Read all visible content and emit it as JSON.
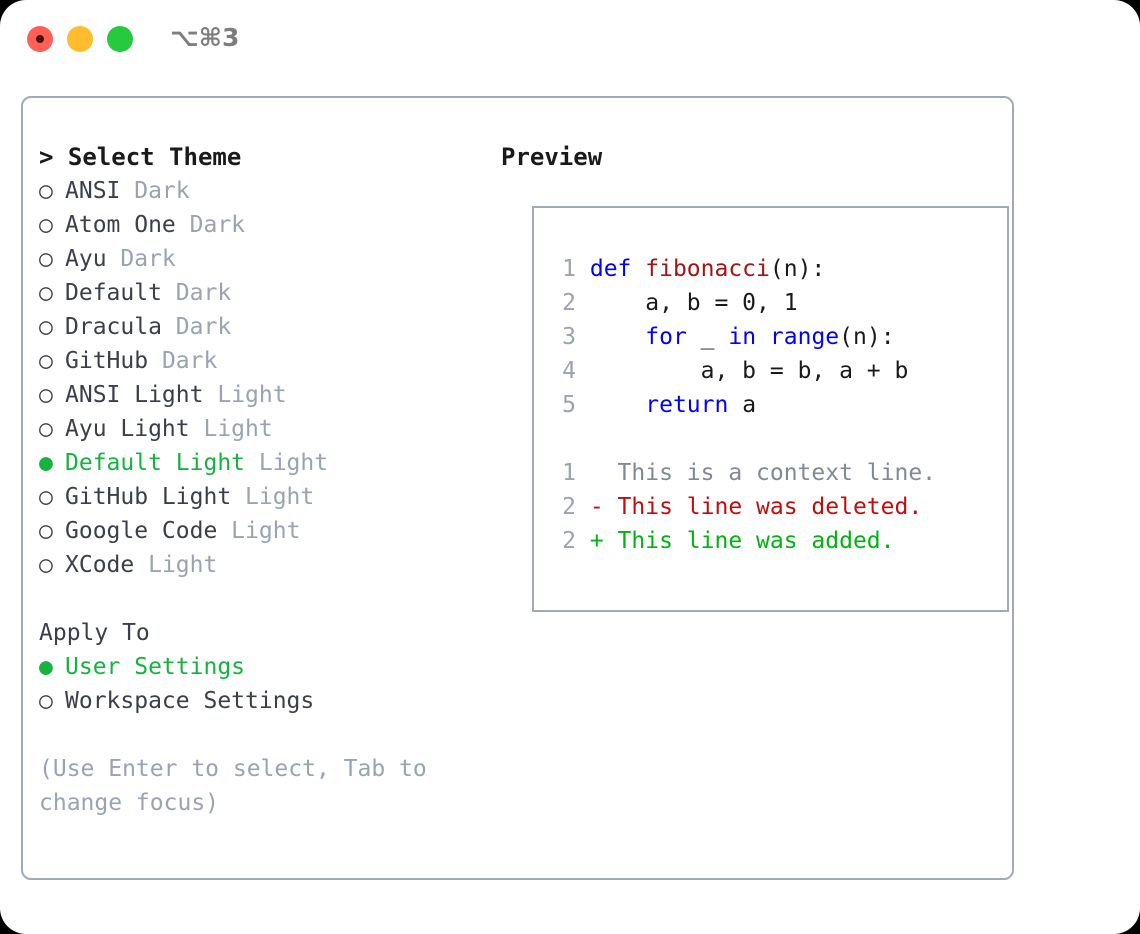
{
  "titlebar": {
    "shortcut": "⌥⌘3",
    "buttons": [
      {
        "name": "close",
        "color": "#ff5f56"
      },
      {
        "name": "minimize",
        "color": "#ffbd2e"
      },
      {
        "name": "zoom",
        "color": "#27c93f"
      }
    ]
  },
  "left": {
    "heading": "> Select Theme",
    "themes": [
      {
        "marker": "○",
        "name": "ANSI",
        "kind": "Dark",
        "selected": false
      },
      {
        "marker": "○",
        "name": "Atom One",
        "kind": "Dark",
        "selected": false
      },
      {
        "marker": "○",
        "name": "Ayu",
        "kind": "Dark",
        "selected": false
      },
      {
        "marker": "○",
        "name": "Default",
        "kind": "Dark",
        "selected": false
      },
      {
        "marker": "○",
        "name": "Dracula",
        "kind": "Dark",
        "selected": false
      },
      {
        "marker": "○",
        "name": "GitHub",
        "kind": "Dark",
        "selected": false
      },
      {
        "marker": "○",
        "name": "ANSI Light",
        "kind": "Light",
        "selected": false
      },
      {
        "marker": "○",
        "name": "Ayu Light",
        "kind": "Light",
        "selected": false
      },
      {
        "marker": "●",
        "name": "Default Light",
        "kind": "Light",
        "selected": true
      },
      {
        "marker": "○",
        "name": "GitHub Light",
        "kind": "Light",
        "selected": false
      },
      {
        "marker": "○",
        "name": "Google Code",
        "kind": "Light",
        "selected": false
      },
      {
        "marker": "○",
        "name": "XCode",
        "kind": "Light",
        "selected": false
      }
    ],
    "apply": {
      "title": "Apply To",
      "options": [
        {
          "marker": "●",
          "label": "User Settings",
          "selected": true
        },
        {
          "marker": "○",
          "label": "Workspace Settings",
          "selected": false
        }
      ]
    },
    "hint": "(Use Enter to select, Tab to change focus)"
  },
  "right": {
    "heading": "Preview",
    "code_lines": [
      {
        "num": "1",
        "segments": [
          {
            "text": "def ",
            "style": "kw"
          },
          {
            "text": "fibonacci",
            "style": "fn"
          },
          {
            "text": "(n):",
            "style": "txt"
          }
        ]
      },
      {
        "num": "2",
        "segments": [
          {
            "text": "    a, b = 0, 1",
            "style": "txt"
          }
        ]
      },
      {
        "num": "3",
        "segments": [
          {
            "text": "    ",
            "style": "txt"
          },
          {
            "text": "for",
            "style": "kw"
          },
          {
            "text": " _ ",
            "style": "txt"
          },
          {
            "text": "in",
            "style": "kw"
          },
          {
            "text": " ",
            "style": "txt"
          },
          {
            "text": "range",
            "style": "kw"
          },
          {
            "text": "(n):",
            "style": "txt"
          }
        ]
      },
      {
        "num": "4",
        "segments": [
          {
            "text": "        a, b = b, a + b",
            "style": "txt"
          }
        ]
      },
      {
        "num": "5",
        "segments": [
          {
            "text": "    ",
            "style": "txt"
          },
          {
            "text": "return",
            "style": "kw"
          },
          {
            "text": " a",
            "style": "txt"
          }
        ]
      }
    ],
    "diff_lines": [
      {
        "num": "1",
        "text": "  This is a context line.",
        "kind": "ctx"
      },
      {
        "num": "2",
        "text": "- This line was deleted.",
        "kind": "del"
      },
      {
        "num": "2",
        "text": "+ This line was added.",
        "kind": "add"
      }
    ]
  },
  "colors": {
    "accent_green": "#15b33f",
    "muted": "#9aa3b2",
    "border": "#a0aab8",
    "keyword": "#0000ff",
    "function": "#a31515",
    "diff_add": "#00b312",
    "diff_del": "#c20d0d"
  }
}
